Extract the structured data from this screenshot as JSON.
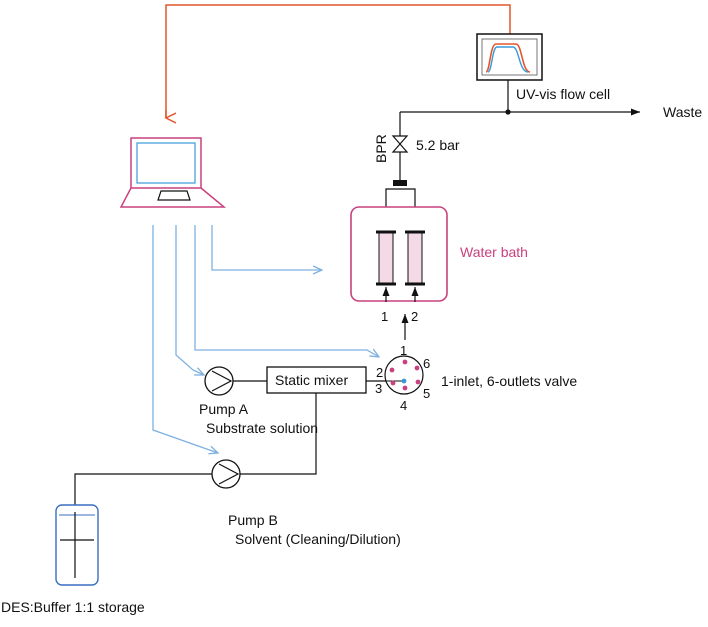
{
  "labels": {
    "flow_cell": "UV-vis flow cell",
    "waste": "Waste",
    "bpr": "BPR",
    "pressure": "5.2 bar",
    "water_bath": "Water bath",
    "column_1": "1",
    "column_2": "2",
    "static_mixer": "Static mixer",
    "valve_desc": "1-inlet, 6-outlets valve",
    "pump_a": "Pump A",
    "substrate": "Substrate solution",
    "pump_b": "Pump B",
    "solvent": "Solvent (Cleaning/Dilution)",
    "storage": "DES:Buffer 1:1 storage"
  },
  "valve_ports": [
    "1",
    "2",
    "3",
    "4",
    "5",
    "6"
  ],
  "colors": {
    "feedback_line": "#e4572e",
    "control_lines": "#7fb0e0",
    "computer": "#c9417f",
    "water_bath": "#c9417f",
    "column_fill": "#f4d9e6",
    "valve_port": "#c9417f",
    "valve_center": "#3a9ad9",
    "bottle": "#3a6fc0",
    "flow_trace_orange": "#e4572e",
    "flow_trace_blue": "#3a9ad9",
    "line": "#111111"
  },
  "icons": {
    "computer": "laptop-icon",
    "flow_cell": "spectrum-monitor-icon",
    "bpr": "back-pressure-regulator-icon",
    "pump": "pump-icon",
    "bottle": "storage-bottle-icon"
  }
}
